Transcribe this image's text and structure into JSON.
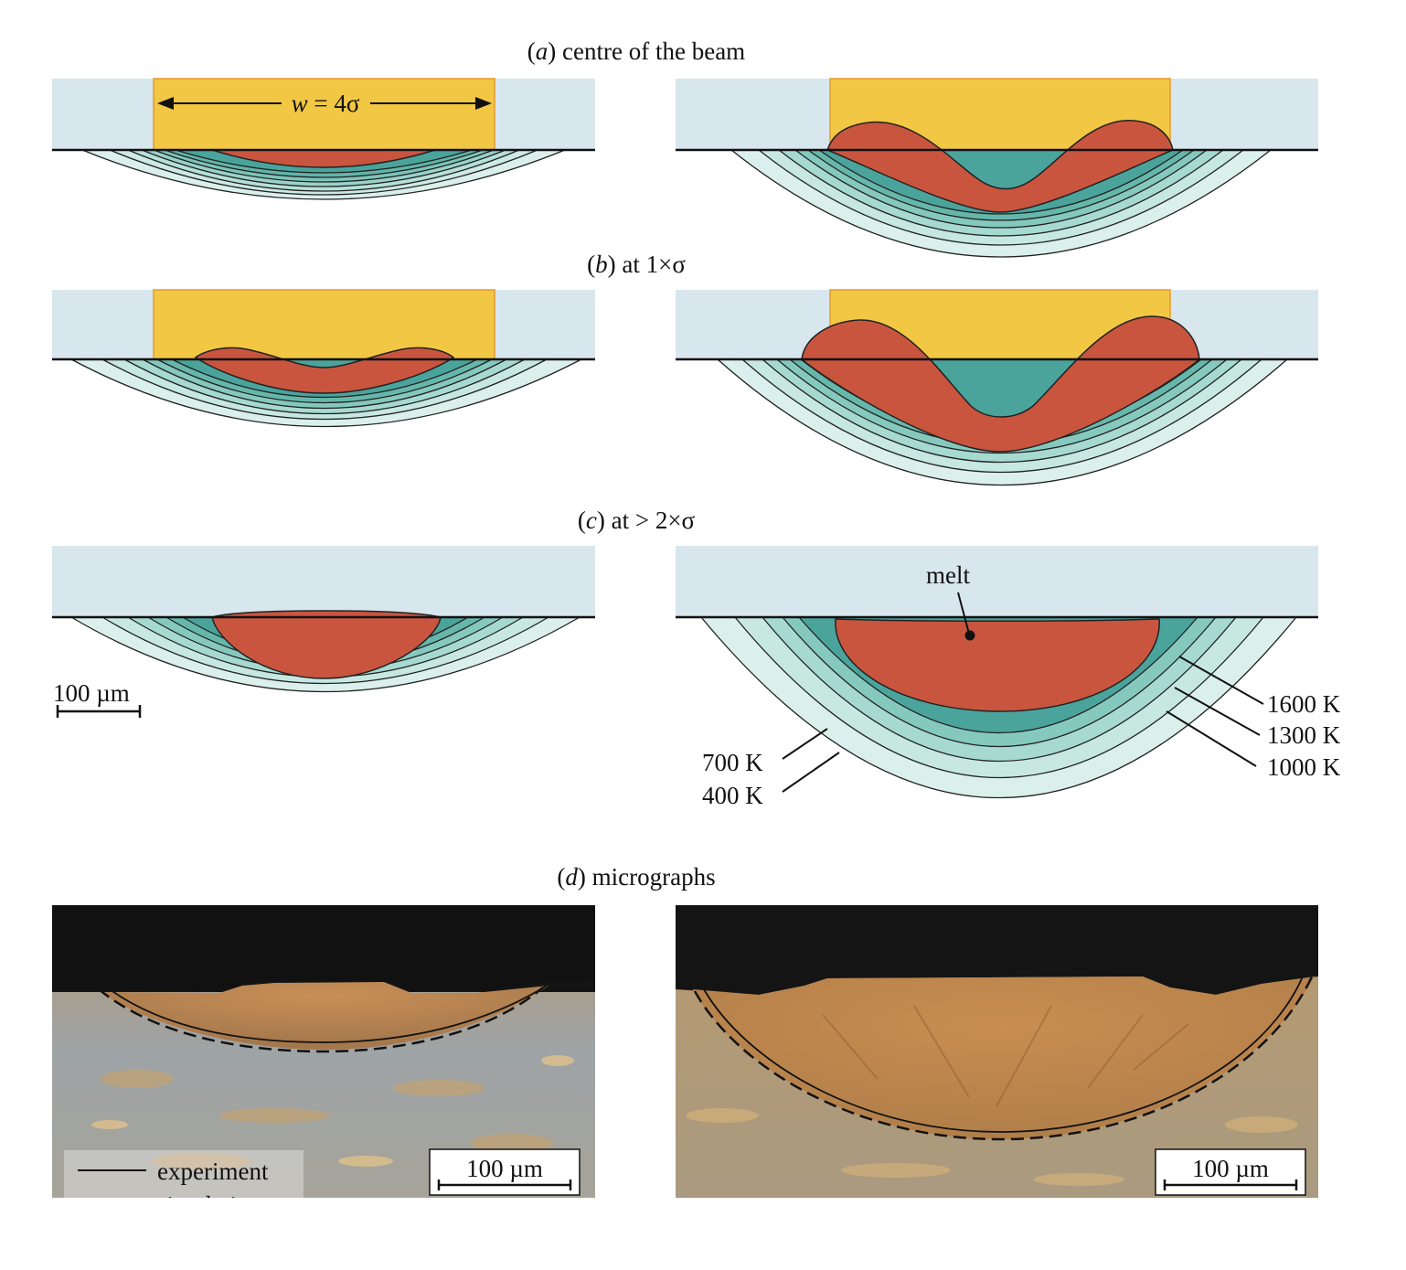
{
  "captions": {
    "a_letter": "a",
    "a_text": "centre of the beam",
    "b_letter": "b",
    "b_text": "at 1×σ",
    "c_letter": "c",
    "c_text": "at > 2×σ",
    "d_letter": "d",
    "d_text": "micrographs"
  },
  "beam_width_label": {
    "w": "w",
    "rest": " = 4σ"
  },
  "scale_bar_label": "100 µm",
  "melt_label": "melt",
  "isotherms": {
    "t1600": "1600 K",
    "t1300": "1300 K",
    "t1000": "1000 K",
    "t700": "700 K",
    "t400": "400 K"
  },
  "legend": {
    "experiment": "experiment",
    "simulation": "simulation"
  },
  "micrograph_scale_left": "100 µm",
  "micrograph_scale_right": "100 µm",
  "colors": {
    "gas": "#d8e6ee",
    "beam": "#f2c744",
    "melt": "#c9553f",
    "iso_dark": "#4aa49c",
    "iso_mid": "#8fcfc6",
    "iso_light": "#dbf0ec"
  }
}
